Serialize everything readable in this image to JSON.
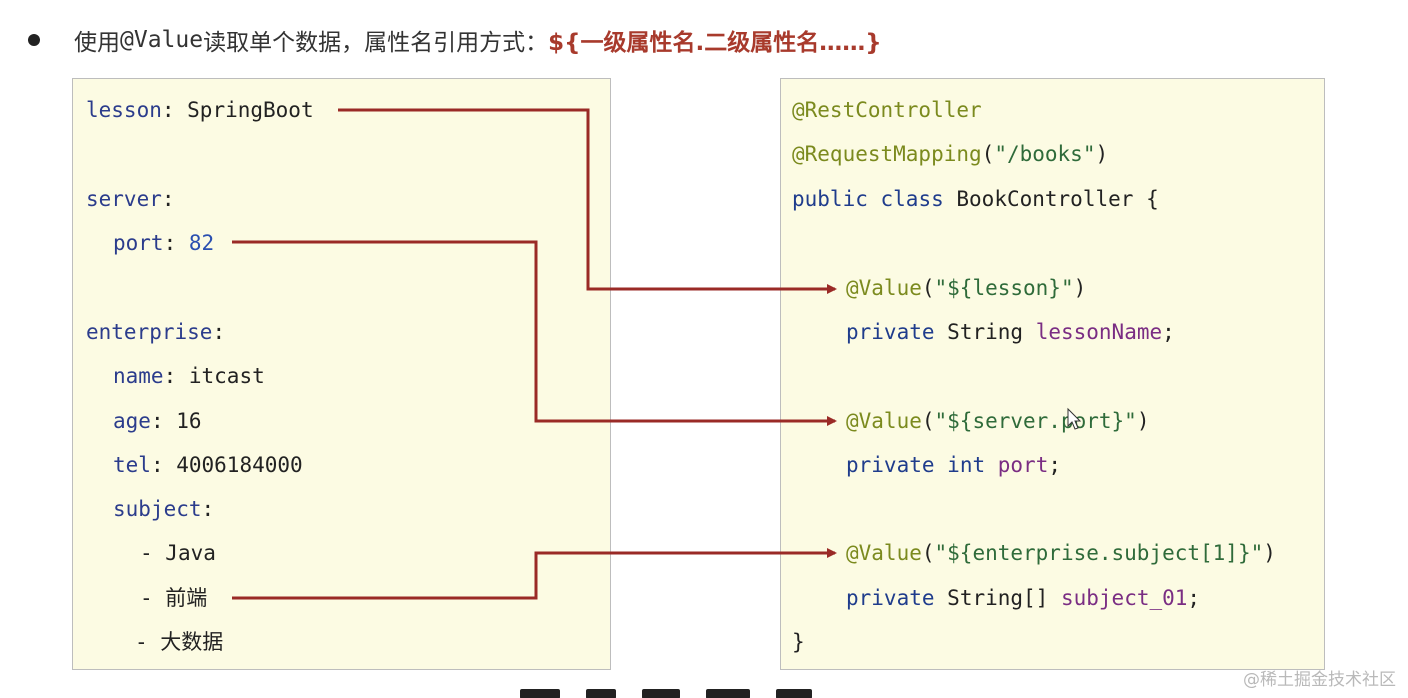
{
  "heading": {
    "prefix": "使用",
    "code": "@Value",
    "middle": "读取单个数据，属性名引用方式：",
    "accent": "${一级属性名.二级属性名……}"
  },
  "yaml": {
    "lesson_key": "lesson",
    "lesson_value": "SpringBoot",
    "server_key": "server",
    "port_key": "port",
    "port_value": "82",
    "enterprise_key": "enterprise",
    "name_key": "name",
    "name_value": "itcast",
    "age_key": "age",
    "age_value": "16",
    "tel_key": "tel",
    "tel_value": "4006184000",
    "subject_key": "subject",
    "subjects": [
      "Java",
      "前端",
      "大数据"
    ]
  },
  "java": {
    "ann_rest": "@RestController",
    "ann_mapping": "@RequestMapping",
    "mapping_path": "\"/books\"",
    "kw_public": "public",
    "kw_class": "class",
    "class_name": "BookController",
    "open_brace": "{",
    "close_brace": "}",
    "ann_value": "@Value",
    "value1": "\"${lesson}\"",
    "value2": "\"${server.port}\"",
    "value3": "\"${enterprise.subject[1]}\"",
    "kw_private": "private",
    "type_string": "String",
    "type_int": "int",
    "type_string_arr": "String[]",
    "field1": "lessonName",
    "field2": "port",
    "field3": "subject_01"
  },
  "watermark": "@稀土掘金技术社区",
  "colors": {
    "panel_bg": "#fcfbe3",
    "arrow": "#9a2a26",
    "accent": "#a83a2c"
  }
}
